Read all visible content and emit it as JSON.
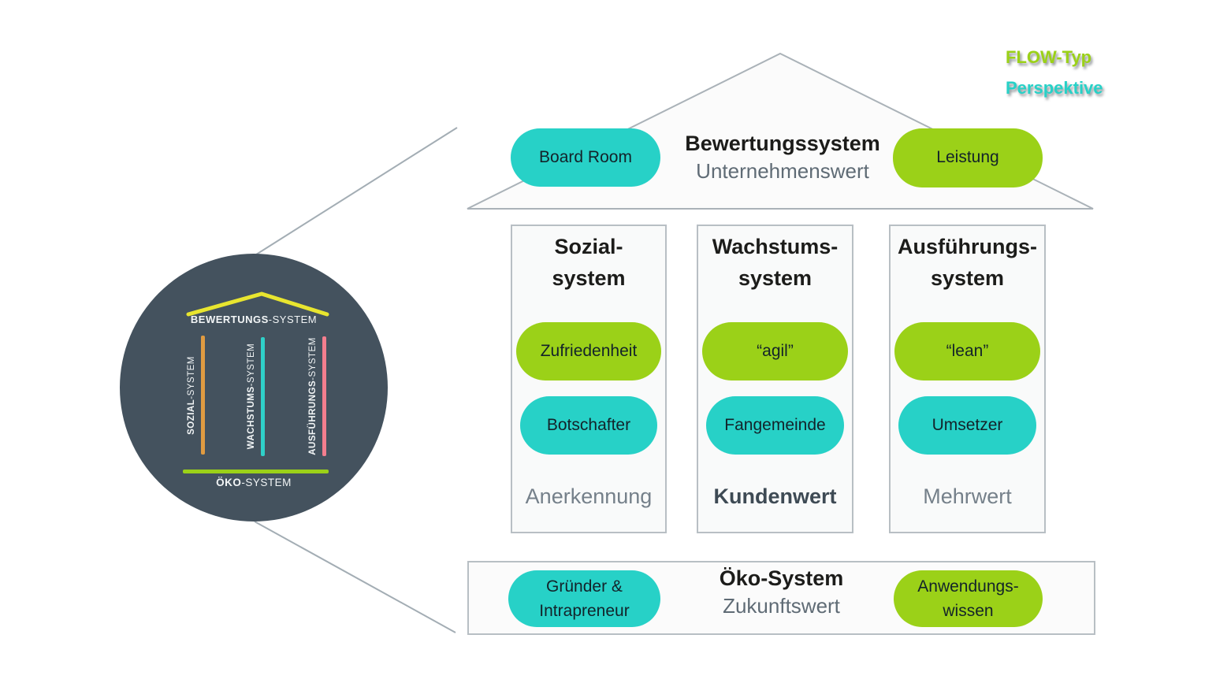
{
  "legend": {
    "flow_label": "FLOW-Typ",
    "perspective_label": "Perspektive"
  },
  "overview_circle": {
    "roof": {
      "bold": "BEWERTUNGS",
      "rest": "-SYSTEM"
    },
    "pillars": [
      {
        "bold": "SOZIAL",
        "rest": "-SYSTEM"
      },
      {
        "bold": "WACHSTUMS",
        "rest": "-SYSTEM"
      },
      {
        "bold": "AUSFÜHRUNGS",
        "rest": "-SYSTEM"
      }
    ],
    "base": {
      "bold": "ÖKO",
      "rest": "-SYSTEM"
    }
  },
  "roof": {
    "title": "Bewertungssystem",
    "subtitle": "Unternehmenswert",
    "left_pill": "Board Room",
    "right_pill": "Leistung"
  },
  "columns": [
    {
      "title_line1": "Sozial-",
      "title_line2": "system",
      "flow_pill": "Zufriedenheit",
      "perspective_pill": "Botschafter",
      "value": "Anerkennung"
    },
    {
      "title_line1": "Wachstums-",
      "title_line2": "system",
      "flow_pill": "“agil”",
      "perspective_pill": "Fangemeinde",
      "value": "Kundenwert"
    },
    {
      "title_line1": "Ausführungs-",
      "title_line2": "system",
      "flow_pill": "“lean”",
      "perspective_pill": "Umsetzer",
      "value": "Mehrwert"
    }
  ],
  "base_bar": {
    "title": "Öko-System",
    "subtitle": "Zukunftswert",
    "left_pill_line1": "Gründer &",
    "left_pill_line2": "Intrapreneur",
    "right_pill_line1": "Anwendungs-",
    "right_pill_line2": "wissen"
  },
  "colors": {
    "flow_green": "#9bd118",
    "perspective_teal": "#27d1c7",
    "circle_background": "#44525e",
    "mini_roof_yellow": "#e8e52f",
    "mini_pillar_orange": "#e09b41",
    "mini_pillar_teal": "#2fd0c8",
    "mini_pillar_pink": "#f47e8e",
    "mini_base_green": "#9bd118",
    "connector_gray": "#a3adb4"
  }
}
